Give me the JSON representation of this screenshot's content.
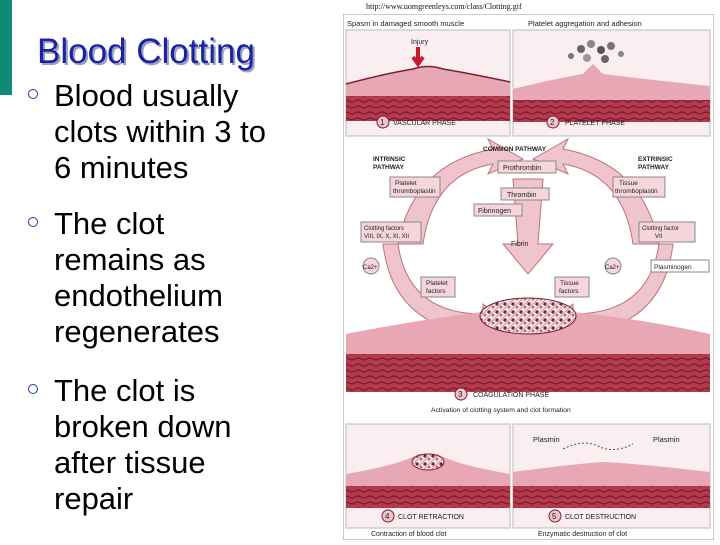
{
  "url": "http://www.uomgreenleys.com/class/Clotting.gif",
  "title": "Blood Clotting",
  "bullets": [
    [
      "Blood usually",
      "clots within 3 to",
      "6 minutes"
    ],
    [
      "The clot",
      "remains as",
      "endothelium",
      "regenerates"
    ],
    [
      "The clot is",
      "broken down",
      "after tissue",
      "repair"
    ]
  ],
  "diagram": {
    "top_left_caption": "Spasm in damaged smooth muscle",
    "top_right_caption": "Platelet aggregation and adhesion",
    "injury": "Injury",
    "phase1_num": "1",
    "phase1": "VASCULAR PHASE",
    "phase2_num": "2",
    "phase2": "PLATELET PHASE",
    "common_pathway": "COMMON PATHWAY",
    "intrinsic": [
      "INTRINSIC",
      "PATHWAY"
    ],
    "extrinsic": [
      "EXTRINSIC",
      "PATHWAY"
    ],
    "prothrombin": "Prothrombin",
    "thrombin": "Thrombin",
    "fibrinogen": "Fibrinogen",
    "fibrin": "Fibrin",
    "platelet_thromboplastin": [
      "Platelet",
      "thromboplastin"
    ],
    "tissue_thromboplastin": [
      "Tissue",
      "thromboplastin"
    ],
    "clotting_factors_left": [
      "Clotting factors",
      "VIII, IX, X, XI, XII"
    ],
    "clotting_factor_right": [
      "Clotting factor",
      "VII"
    ],
    "ca_left": "Ca2+",
    "ca_right": "Ca2+",
    "plasminogen": "Plasminogen",
    "platelet_factors": [
      "Platelet",
      "factors"
    ],
    "tissue_factors": [
      "Tissue",
      "factors"
    ],
    "phase3_num": "3",
    "phase3": "COAGULATION PHASE",
    "phase3_caption": "Activation of clotting system and clot formation",
    "plasmin_left": "Plasmin",
    "plasmin_right": "Plasmin",
    "phase4_num": "4",
    "phase4": "CLOT RETRACTION",
    "phase5_num": "5",
    "phase5": "CLOT DESTRUCTION",
    "phase4_caption": "Contraction of blood clot",
    "phase5_caption": "Enzymatic destruction of clot"
  },
  "colors": {
    "title": "#1a22a8",
    "accent_bar": "#0f8a78",
    "tissue_pink": "#e8a7b5",
    "muscle_red": "#b3394c",
    "box_pink": "#f0c4cc"
  }
}
